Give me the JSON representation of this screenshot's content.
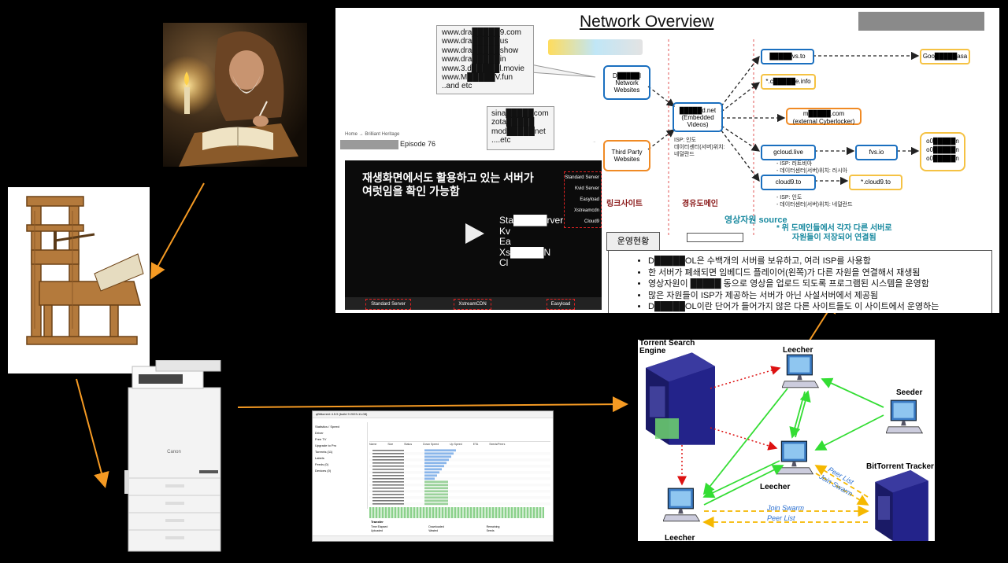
{
  "title": "Network Overview",
  "network": {
    "url_list": [
      "www.dra█████9.com",
      "www.dra█████us",
      "www.dra█████show",
      "www.dra█████in",
      "www.3.d█████l.movie",
      "www.M█████V.fun",
      "..and etc"
    ],
    "third_party_list": [
      "sina█████com",
      "zota█████",
      "mod█████net",
      "....etc"
    ],
    "brand_blur": "D█████l",
    "nodes": {
      "network_sites": "D█████l\nNetwork\nWebsites",
      "third_party": "Third Party\nWebsites",
      "embedded": "█████d.net\n(Embedded\nVideos)",
      "s1": "█████vs.to",
      "s1b": "Goo█████asa",
      "s2": "*.c█████e.info",
      "s3": "m█████.com\n(external Cyberlocker)",
      "s4": "gcloud.live",
      "s4b": "fvs.io",
      "s5": "cloud9.to",
      "s5b": "*.cloud9.to",
      "o_cluster": [
        "o0█████n",
        "o0█████n",
        "o0█████n"
      ]
    },
    "isp_notes": {
      "embedded": "ISP: 인도\n데이터센터(서버)위치:\n네덜란드",
      "gcloud": "- ISP: 러트비아\n- 데이터센터(서버)위치: 러시아",
      "cloud9": "- ISP: 인도\n- 데이터센터(서버)위치: 네덜란드"
    },
    "col_labels": [
      "링크사이트",
      "경유도메인"
    ],
    "source_label": "영상자원 source",
    "source_note": "* 위 도메인들에서 각자 다른 서버로\n자원들이 저장되어 연결됨",
    "ops_tab": "운영현황",
    "ops_bullets": [
      "D█████OL은 수백개의 서버를 보유하고, 여러 ISP를 사용함",
      "한 서버가 폐쇄되면 임베디드 플레이어(왼쪽)가 다른 자원을 연결해서 재생됨",
      "영상자원이 █████ 동으로 영상을 업로드 되도록 프로그램된 시스템을 운영함",
      "많은 자원들이 ISP가 제공하는 서버가 아닌 사설서버에서 제공됨",
      "D█████OL이란 단어가 들어가지 않은 다른 사이트들도 이 사이트에서 운영하는"
    ],
    "breadcrumb": "Home → Brilliant Heritage",
    "episode": "Episode 76",
    "video_caption": "재생화면에서도 활용하고 있는 서버가\n여럿임을 확인 가능함",
    "server_list_overlay": [
      "Sta█████rver",
      "Kv",
      "Ea",
      "Xs█████N",
      "Cl"
    ],
    "server_menu": [
      "Standard Server",
      "Kvid Server",
      "Easyload",
      "Xstreamcdn",
      "Cloud9"
    ],
    "video_buttons": [
      "Standard Server",
      "XstreamCDN",
      "Easyload"
    ]
  },
  "torrent": {
    "search_engine": "Torrent Search\nEngine",
    "leecher_top": "Leecher",
    "seeder": "Seeder",
    "leecher_mid": "Leecher",
    "leecher_bottom": "Leecher",
    "tracker": "BitTorrent Tracker",
    "peer_list": "Peer List",
    "join_swarm": "Join Swarm"
  },
  "client": {
    "window_title": "qBittorrent 4.5.5 (build 9 2023-11-08)",
    "sidebar": [
      "Statistics / Speed",
      "Driver",
      "Free TV",
      "Upgrade to Pro",
      "Torrents (11)",
      "Labels",
      "Feeds (0)",
      "Devices (0)"
    ],
    "columns": [
      "Name",
      "Size",
      "Status",
      "Down Speed",
      "Up Speed",
      "ETA",
      "Seeds/Peers"
    ],
    "transfer_label": "Transfer",
    "stats": [
      "Time Elapsed",
      "Downloaded",
      "Remaining",
      "Uploaded",
      "Wasted",
      "Seeds"
    ]
  },
  "colors": {
    "arrow": "#f59a23",
    "green": "#33dd33",
    "red": "#dd1111",
    "dashed_orange": "#f5b800",
    "node_blue": "#1a6fbf",
    "node_orange": "#f08a24"
  },
  "icons": [
    "monk-painting",
    "printing-press-image",
    "copier-machine-image",
    "torrent-client-screenshot",
    "computer-icon",
    "server-icon"
  ]
}
